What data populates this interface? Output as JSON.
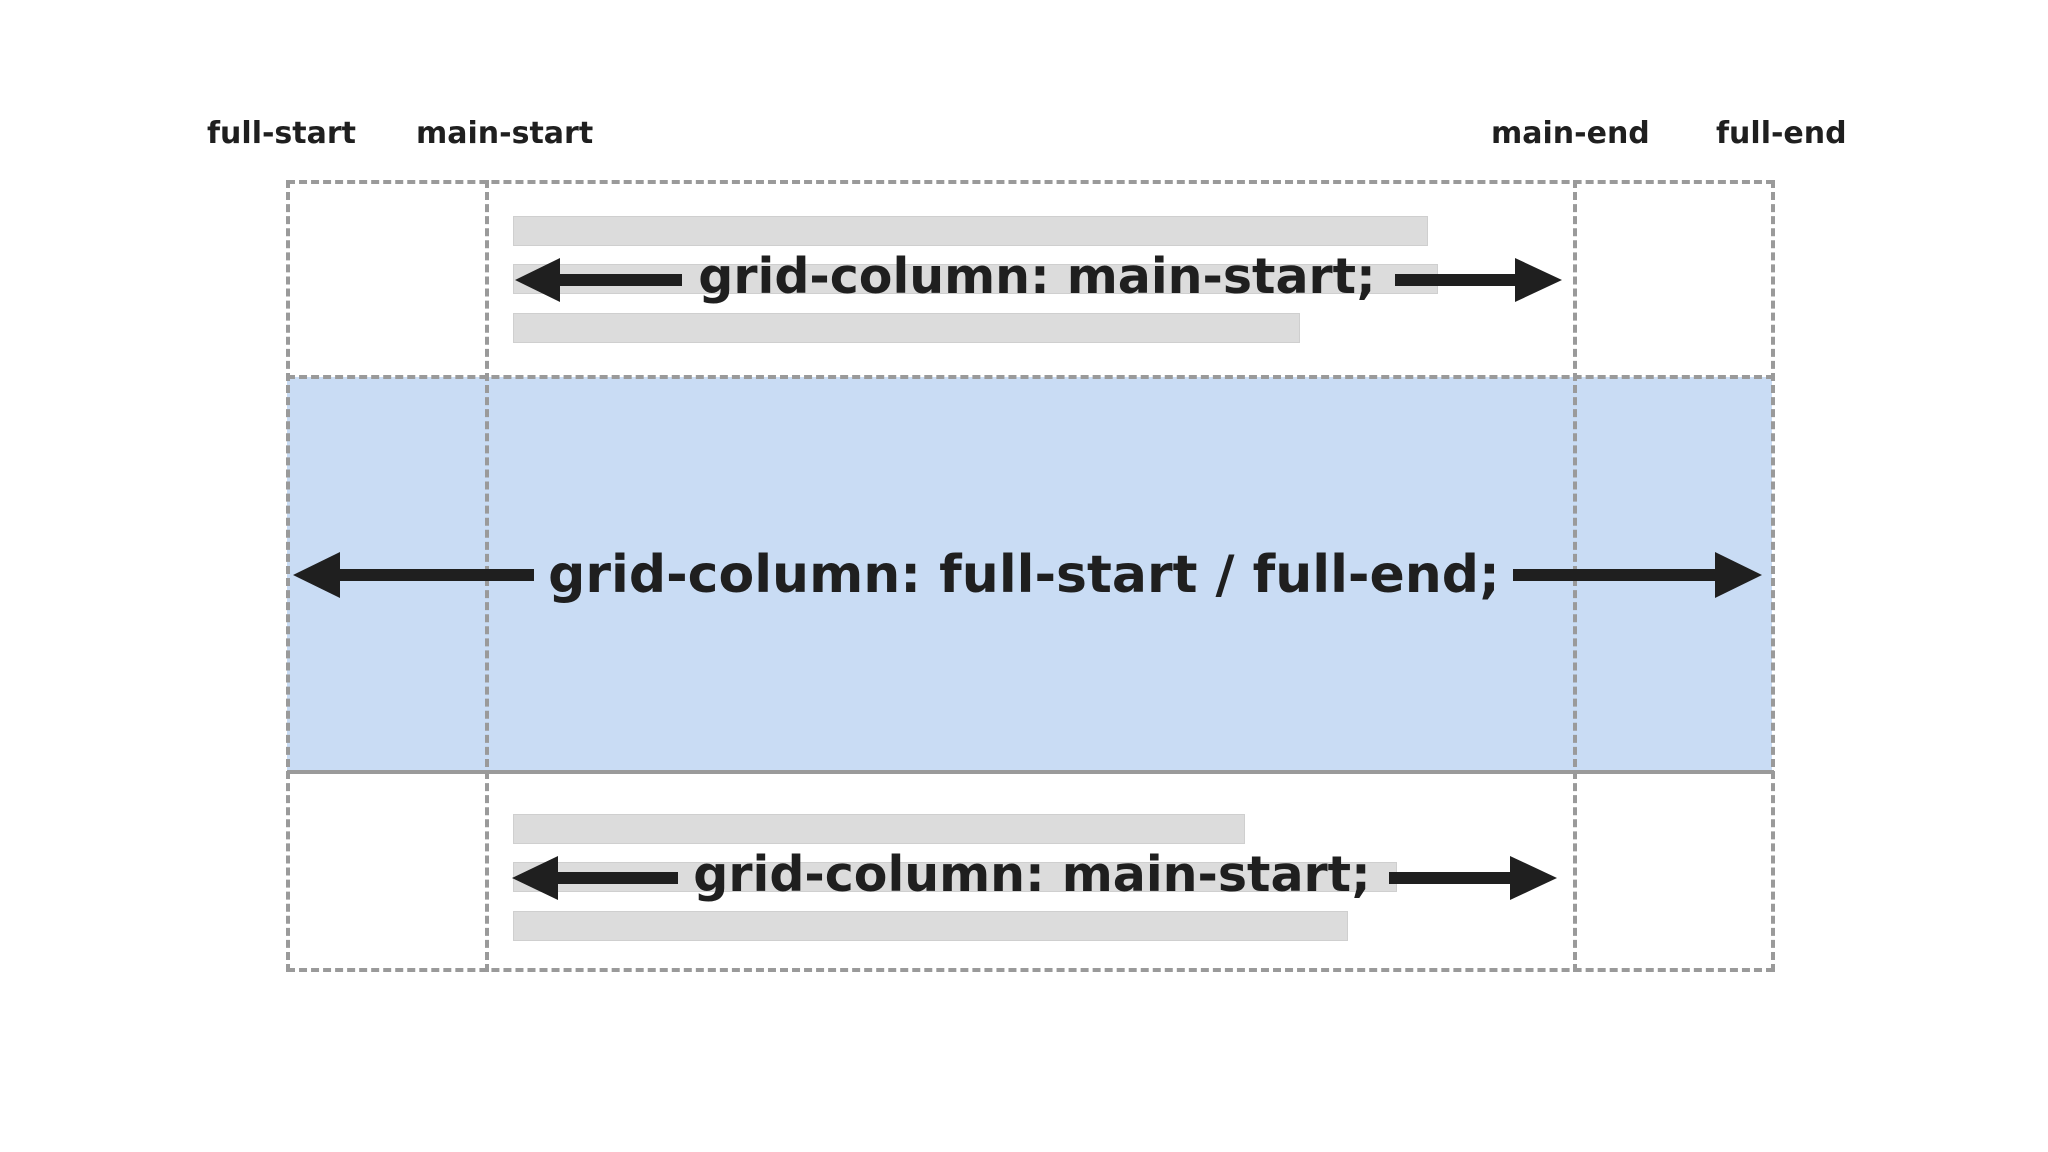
{
  "grid_lines": {
    "full_start": "full-start",
    "main_start": "main-start",
    "main_end": "main-end",
    "full_end": "full-end"
  },
  "rows": {
    "top": {
      "caption": "grid-column: main-start;"
    },
    "middle": {
      "caption": "grid-column: full-start / full-end;"
    },
    "bottom": {
      "caption": "grid-column: main-start;"
    }
  },
  "colors": {
    "band_fill": "#c9dcf4",
    "guide_line": "#9a9a9a",
    "placeholder": "#dcdcdc",
    "text_and_arrows": "#1f1f1f"
  }
}
